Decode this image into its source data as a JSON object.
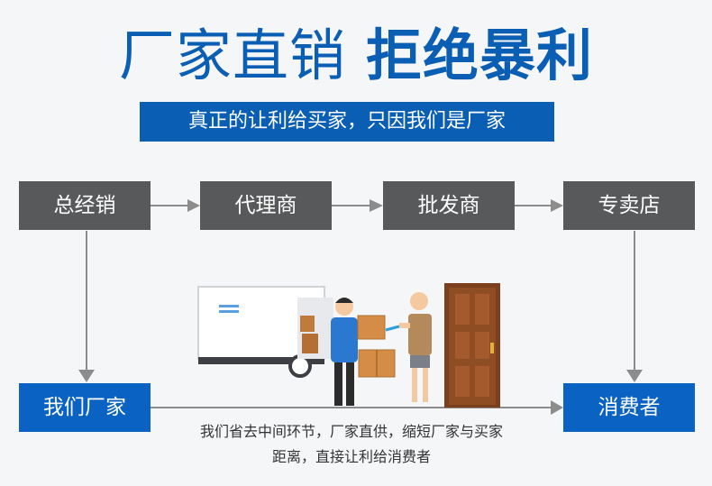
{
  "header": {
    "title_part1": "厂家直销",
    "title_part2": "拒绝暴利",
    "subtitle": "真正的让利给买家，只因我们是厂家"
  },
  "chain": {
    "steps": [
      "总经销",
      "代理商",
      "批发商",
      "专卖店"
    ]
  },
  "direct": {
    "left_label": "我们厂家",
    "right_label": "消费者"
  },
  "note": {
    "line1": "我们省去中间环节，厂家直供，缩短厂家与买家",
    "line2": "距离，直接让利给消费者"
  },
  "colors": {
    "brand_blue": "#0a5fb4",
    "box_gray": "#58595b",
    "arrow_gray": "#8c8c8c"
  }
}
